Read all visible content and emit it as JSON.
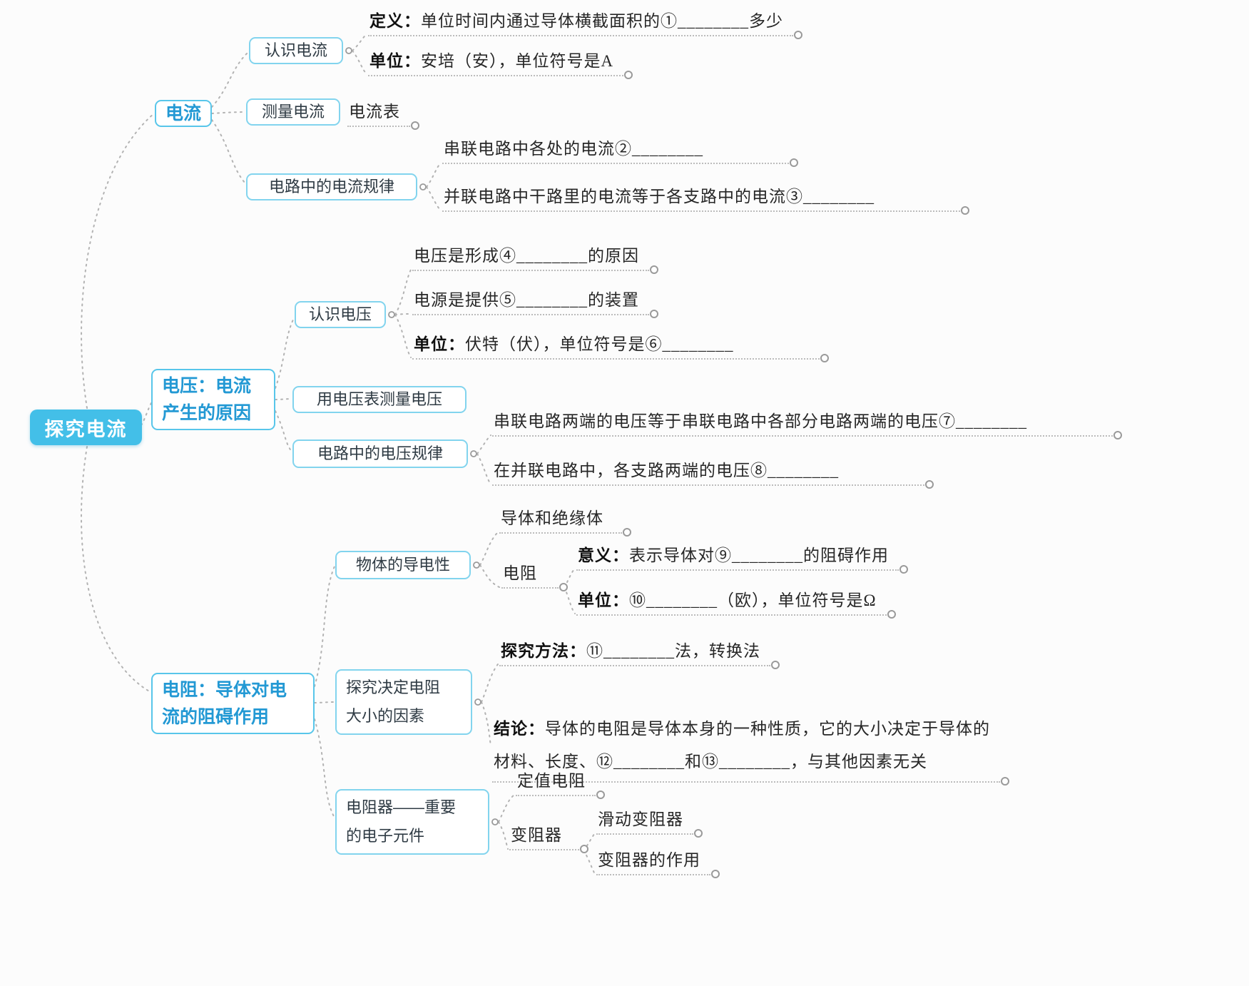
{
  "colors": {
    "root_bg": "#43bfe8",
    "branch_text": "#2399d4",
    "box_border": "#82d4ee",
    "wire": "#b3b3b3",
    "leaf_text": "#262626"
  },
  "root": {
    "label": "探究电流"
  },
  "b1": {
    "label": "电流",
    "c1": {
      "label": "认识电流",
      "l1": {
        "bold": "定义：",
        "text": "单位时间内通过导体横截面积的①________多少"
      },
      "l2": {
        "bold": "单位：",
        "text": "安培（安），单位符号是A"
      }
    },
    "c2": {
      "label": "测量电流",
      "l1": {
        "text": "电流表"
      }
    },
    "c3": {
      "label": "电路中的电流规律",
      "l1": {
        "text": "串联电路中各处的电流②________"
      },
      "l2": {
        "text": "并联电路中干路里的电流等于各支路中的电流③________"
      }
    }
  },
  "b2": {
    "label": "电压：电流\n产生的原因",
    "c1": {
      "label": "认识电压",
      "l1": {
        "text": "电压是形成④________的原因"
      },
      "l2": {
        "text": "电源是提供⑤________的装置"
      },
      "l3": {
        "bold": "单位：",
        "text": "伏特（伏），单位符号是⑥________"
      }
    },
    "c2": {
      "label": "用电压表测量电压"
    },
    "c3": {
      "label": "电路中的电压规律",
      "l1": {
        "text": "串联电路两端的电压等于串联电路中各部分电路两端的电压⑦________"
      },
      "l2": {
        "text": "在并联电路中，各支路两端的电压⑧________"
      }
    }
  },
  "b3": {
    "label": "电阻：导体对电\n流的阻碍作用",
    "c1": {
      "label": "物体的导电性",
      "l1": {
        "text": "导体和绝缘体"
      },
      "l2": {
        "text": "电阻"
      },
      "l2a": {
        "bold": "意义：",
        "text": "表示导体对⑨________的阻碍作用"
      },
      "l2b": {
        "bold": "单位：",
        "text": "⑩________（欧），单位符号是Ω"
      }
    },
    "c2": {
      "label": "探究决定电阻\n大小的因素",
      "l1": {
        "bold": "探究方法：",
        "text": "⑪________法，转换法"
      },
      "l2": {
        "bold": "结论：",
        "text": "导体的电阻是导体本身的一种性质，它的大小决定于导体的\n材料、长度、⑫________和⑬________，与其他因素无关"
      }
    },
    "c3": {
      "label": "电阻器——重要\n的电子元件",
      "l1": {
        "text": "定值电阻"
      },
      "l2": {
        "text": "变阻器"
      },
      "l2a": {
        "text": "滑动变阻器"
      },
      "l2b": {
        "text": "变阻器的作用"
      }
    }
  }
}
